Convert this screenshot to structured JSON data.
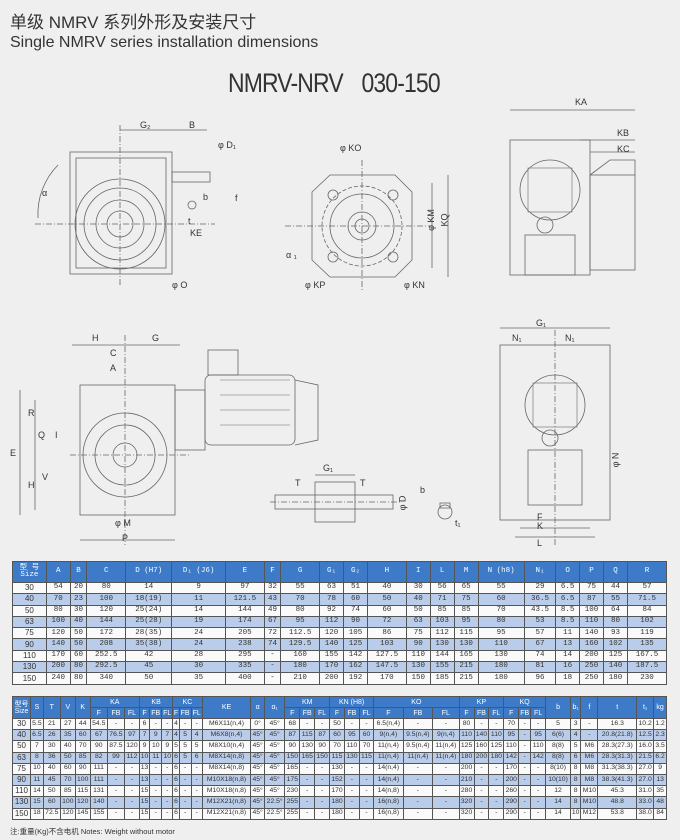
{
  "title_cn": "单级 NMRV 系列外形及安装尺寸",
  "title_en": "Single NMRV series installation dimensions",
  "model": {
    "name": "NMRV-NRV",
    "range": "030-150"
  },
  "drawing": {
    "labels": {
      "G2": "G₂",
      "B": "B",
      "D1": "φ D₁",
      "alpha": "α",
      "f": "f",
      "b": "b",
      "t": "t",
      "KE": "KE",
      "O": "φ O",
      "KO": "φ KO",
      "alpha1": "α ₁",
      "KM": "φ KM",
      "KQ": "KQ",
      "KP": "φ KP",
      "KN": "φ KN",
      "KA": "KA",
      "KB": "KB",
      "KC": "KC",
      "H": "H",
      "G": "G",
      "C": "C",
      "A": "A",
      "E": "E",
      "Q": "Q",
      "I": "I",
      "V": "V",
      "R": "R",
      "M": "φ M",
      "P": "P",
      "G1": "G₁",
      "T1": "T",
      "T2": "T",
      "D": "φ D",
      "b1": "b",
      "t1": "t₁",
      "G1b": "G₁",
      "N1a": "N₁",
      "N1b": "N₁",
      "N": "φ N",
      "F": "F",
      "K": "K",
      "L": "L"
    }
  },
  "table1": {
    "size_cn": "型 号",
    "size_en": "Size",
    "headers": [
      "A",
      "B",
      "C",
      "D (H7)",
      "D₁ (J6)",
      "E",
      "F",
      "G",
      "G₁",
      "G₂",
      "H",
      "I",
      "L",
      "M",
      "N (h8)",
      "N₁",
      "O",
      "P",
      "Q",
      "R"
    ],
    "rows": [
      [
        "30",
        "54",
        "20",
        "80",
        "14",
        "9",
        "97",
        "32",
        "55",
        "63",
        "51",
        "40",
        "30",
        "56",
        "65",
        "55",
        "29",
        "6.5",
        "75",
        "44",
        "57"
      ],
      [
        "40",
        "70",
        "23",
        "100",
        "18(19)",
        "11",
        "121.5",
        "43",
        "70",
        "78",
        "60",
        "50",
        "40",
        "71",
        "75",
        "60",
        "36.5",
        "6.5",
        "87",
        "55",
        "71.5"
      ],
      [
        "50",
        "80",
        "30",
        "120",
        "25(24)",
        "14",
        "144",
        "49",
        "80",
        "92",
        "74",
        "60",
        "50",
        "85",
        "85",
        "70",
        "43.5",
        "8.5",
        "100",
        "64",
        "84"
      ],
      [
        "63",
        "100",
        "40",
        "144",
        "25(28)",
        "19",
        "174",
        "67",
        "95",
        "112",
        "90",
        "72",
        "63",
        "103",
        "95",
        "80",
        "53",
        "8.5",
        "110",
        "80",
        "102"
      ],
      [
        "75",
        "120",
        "50",
        "172",
        "28(35)",
        "24",
        "205",
        "72",
        "112.5",
        "120",
        "105",
        "86",
        "75",
        "112",
        "115",
        "95",
        "57",
        "11",
        "140",
        "93",
        "119"
      ],
      [
        "90",
        "140",
        "50",
        "208",
        "35(38)",
        "24",
        "238",
        "74",
        "129.5",
        "140",
        "125",
        "103",
        "90",
        "130",
        "130",
        "110",
        "67",
        "13",
        "160",
        "102",
        "135"
      ],
      [
        "110",
        "170",
        "60",
        "252.5",
        "42",
        "28",
        "295",
        "-",
        "160",
        "155",
        "142",
        "127.5",
        "110",
        "144",
        "165",
        "130",
        "74",
        "14",
        "200",
        "125",
        "167.5"
      ],
      [
        "130",
        "200",
        "80",
        "292.5",
        "45",
        "30",
        "335",
        "-",
        "180",
        "170",
        "162",
        "147.5",
        "130",
        "155",
        "215",
        "180",
        "81",
        "16",
        "250",
        "140",
        "187.5"
      ],
      [
        "150",
        "240",
        "80",
        "340",
        "50",
        "35",
        "400",
        "-",
        "210",
        "200",
        "192",
        "170",
        "150",
        "185",
        "215",
        "180",
        "96",
        "18",
        "250",
        "180",
        "230"
      ]
    ]
  },
  "table2": {
    "size_cn": "型号",
    "size_en": "Size",
    "single_before": [
      "S",
      "T",
      "V",
      "K"
    ],
    "groups_a": [
      "KA",
      "KB",
      "KC"
    ],
    "single_mid": [
      "KE",
      "α",
      "α₁"
    ],
    "groups_b": [
      "KM",
      "KN (H8)",
      "KO",
      "KP",
      "KQ"
    ],
    "single_after": [
      "b",
      "b₁",
      "f",
      "t",
      "t₁",
      "kg"
    ],
    "sub": [
      "F",
      "FB",
      "FL"
    ],
    "rows": [
      [
        "30",
        "5.5",
        "21",
        "27",
        "44",
        "54.5",
        "-",
        "-",
        "6",
        "-",
        "-",
        "4",
        "-",
        "-",
        "M6X11(n,4)",
        "0°",
        "45°",
        "68",
        "-",
        "-",
        "50",
        "-",
        "-",
        "6.5(n,4)",
        "-",
        "-",
        "80",
        "-",
        "-",
        "70",
        "-",
        "-",
        "5",
        "3",
        "-",
        "16.3",
        "10.2",
        "1.2"
      ],
      [
        "40",
        "6.5",
        "26",
        "35",
        "60",
        "67",
        "76.5",
        "97",
        "7",
        "9",
        "7",
        "4",
        "5",
        "4",
        "M6X8(n,4)",
        "45°",
        "45°",
        "87",
        "115",
        "87",
        "60",
        "95",
        "60",
        "9(n,4)",
        "9.5(n,4)",
        "9(n,4)",
        "110",
        "140",
        "110",
        "95",
        "-",
        "95",
        "6(6)",
        "4",
        "-",
        "20.8(21.8)",
        "12.5",
        "2.3"
      ],
      [
        "50",
        "7",
        "30",
        "40",
        "70",
        "90",
        "87.5",
        "120",
        "9",
        "10",
        "9",
        "5",
        "5",
        "5",
        "M8X10(n,4)",
        "45°",
        "45°",
        "90",
        "130",
        "90",
        "70",
        "110",
        "70",
        "11(n,4)",
        "9.5(n,4)",
        "11(n,4)",
        "125",
        "160",
        "125",
        "110",
        "-",
        "110",
        "8(8)",
        "5",
        "M6",
        "28.3(27.3)",
        "16.0",
        "3.5"
      ],
      [
        "63",
        "8",
        "36",
        "50",
        "85",
        "82",
        "99",
        "112",
        "10",
        "11",
        "10",
        "6",
        "5",
        "6",
        "M8X14(n,8)",
        "45°",
        "45°",
        "150",
        "165",
        "150",
        "115",
        "130",
        "115",
        "11(n,4)",
        "11(n,4)",
        "11(n,4)",
        "180",
        "200",
        "180",
        "142",
        "-",
        "142",
        "8(8)",
        "6",
        "M6",
        "28.3(31.3)",
        "21.5",
        "6.2"
      ],
      [
        "75",
        "10",
        "40",
        "60",
        "90",
        "111",
        "-",
        "-",
        "13",
        "-",
        "-",
        "6",
        "-",
        "-",
        "M8X14(n,8)",
        "45°",
        "45°",
        "165",
        "-",
        "-",
        "130",
        "-",
        "-",
        "14(n,4)",
        "-",
        "-",
        "200",
        "-",
        "-",
        "170",
        "-",
        "-",
        "8(10)",
        "8",
        "M8",
        "31.3(38.3)",
        "27.0",
        "9"
      ],
      [
        "90",
        "11",
        "45",
        "70",
        "100",
        "111",
        "-",
        "-",
        "13",
        "-",
        "-",
        "6",
        "-",
        "-",
        "M10X18(n,8)",
        "45°",
        "45°",
        "175",
        "-",
        "-",
        "152",
        "-",
        "-",
        "14(n,4)",
        "-",
        "-",
        "210",
        "-",
        "-",
        "200",
        "-",
        "-",
        "10(10)",
        "8",
        "M8",
        "38.3(41.3)",
        "27.0",
        "13"
      ],
      [
        "110",
        "14",
        "50",
        "85",
        "115",
        "131",
        "-",
        "-",
        "15",
        "-",
        "-",
        "6",
        "-",
        "-",
        "M10X18(n,8)",
        "45°",
        "45°",
        "230",
        "-",
        "-",
        "170",
        "-",
        "-",
        "14(n,8)",
        "-",
        "-",
        "280",
        "-",
        "-",
        "260",
        "-",
        "-",
        "12",
        "8",
        "M10",
        "45.3",
        "31.0",
        "35"
      ],
      [
        "130",
        "15",
        "60",
        "100",
        "120",
        "140",
        "-",
        "-",
        "15",
        "-",
        "-",
        "6",
        "-",
        "-",
        "M12X21(n,8)",
        "45°",
        "22.5°",
        "255",
        "-",
        "-",
        "180",
        "-",
        "-",
        "16(n,8)",
        "-",
        "-",
        "320",
        "-",
        "-",
        "290",
        "-",
        "-",
        "14",
        "8",
        "M10",
        "48.8",
        "33.0",
        "48"
      ],
      [
        "150",
        "18",
        "72.5",
        "120",
        "145",
        "155",
        "-",
        "-",
        "15",
        "-",
        "-",
        "6",
        "-",
        "-",
        "M12X21(n,8)",
        "45°",
        "22.5°",
        "255",
        "-",
        "-",
        "180",
        "-",
        "-",
        "16(n,8)",
        "-",
        "-",
        "320",
        "-",
        "-",
        "290",
        "-",
        "-",
        "14",
        "10",
        "M12",
        "53.8",
        "38.0",
        "84"
      ]
    ]
  },
  "note": "注:重量(Kg)不含电机  Notes: Weight without motor"
}
